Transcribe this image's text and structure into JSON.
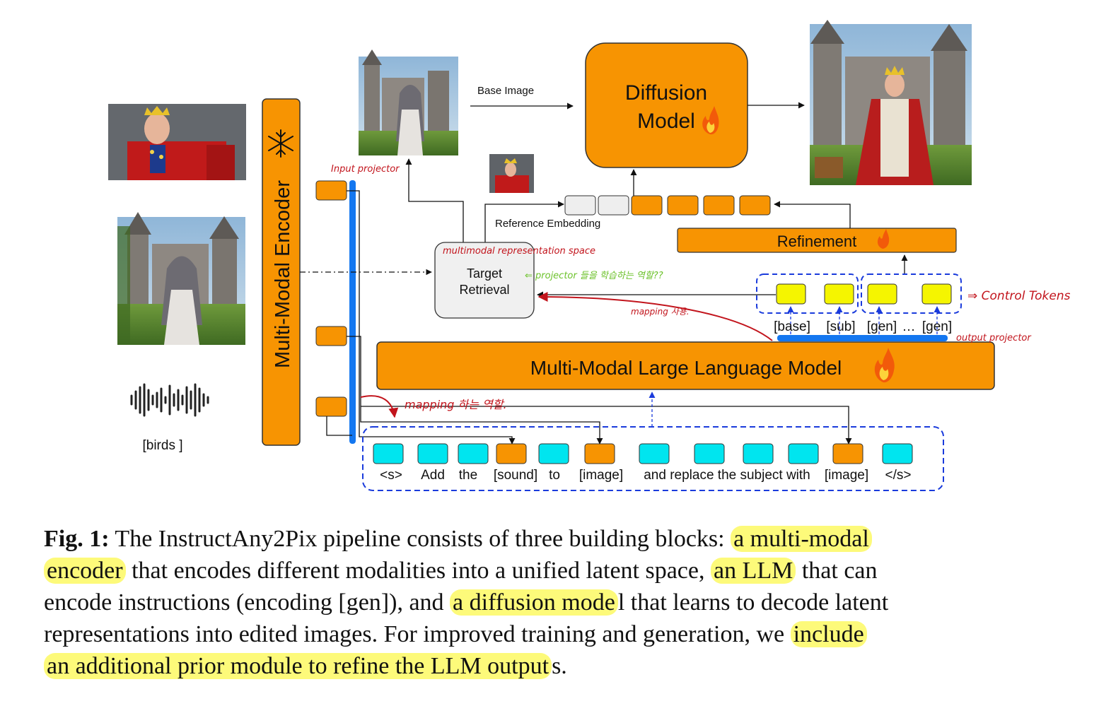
{
  "labels": {
    "encoder": "Multi-Modal Encoder",
    "base_image": "Base Image",
    "diffusion_line1": "Diffusion",
    "diffusion_line2": "Model",
    "reference_embedding": "Reference Embedding",
    "refinement": "Refinement",
    "target_line1": "Target",
    "target_line2": "Retrieval",
    "llm": "Multi-Modal Large Language Model",
    "audio_caption": "[birds ]",
    "control_tokens": [
      "[base]",
      "[sub]",
      "[gen]",
      "…",
      "[gen]"
    ]
  },
  "tokens": [
    "<s>",
    "Add",
    "the",
    "[sound]",
    "to",
    "[image]",
    "and replace the subject with",
    "[image]",
    "</s>"
  ],
  "annotations": {
    "input_projector": "Input projector",
    "mm_space": "multimodal representation space",
    "projector_note": "⇐ projector 들을 학습하는 역할??",
    "mapping_use": "mapping 사용.",
    "output_projector": "output projector",
    "control_tokens": "⇒ Control Tokens",
    "mapping_role": "mapping 하는 역할."
  },
  "caption": {
    "fig_label": "Fig. 1:",
    "line1_a": " The InstructAny2Pix pipeline consists of three building blocks: ",
    "line1_hl": "a multi-modal",
    "line2_hl": "encoder",
    "line2_a": " that encodes different modalities into a unified latent space, ",
    "line2_hl2": "an LLM",
    "line2_b": " that can",
    "line3_a": "encode instructions (encoding [gen]), and ",
    "line3_hl": "a diffusion mode",
    "line3_b": "l that learns to decode latent",
    "line4_a": "representations into edited images. For improved training and generation, we ",
    "line4_hl": "include",
    "line5_hl": "an additional prior module to refine the LLM output",
    "line5_b": "s."
  },
  "colors": {
    "orange": "#f79402",
    "cyan": "#00e5ef",
    "yellow": "#f5f500",
    "blue_bar": "#1477f0",
    "dashed_blue": "#1a3bdc",
    "red_ink": "#c2141c",
    "green_ink": "#6cc22b",
    "highlight": "#fdfa7a"
  }
}
